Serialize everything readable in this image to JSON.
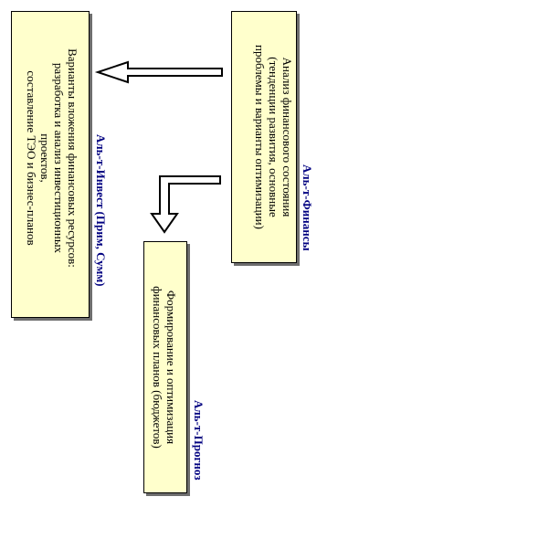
{
  "boxes": {
    "finance": {
      "title": "Аль-т-Финансы",
      "lines": [
        "Анализ финансового состояния",
        "(тенденции развития, основные",
        "проблемы и варианты оптимизации)"
      ]
    },
    "invest": {
      "title": "Аль-т-Инвест (Прим, Сумм)",
      "lines": [
        "Варианты вложения финансовых ресурсов:",
        "разработка и анализ инвестиционных",
        "проектов,",
        "составление ТЭО и бизнес-планов"
      ]
    },
    "prognoz": {
      "title": "Аль-т-Прогноз",
      "lines": [
        "Формирование и оптимизация",
        "финансовых планов (бюджетов)"
      ]
    }
  },
  "colors": {
    "box_fill": "#ffffcc",
    "box_shadow": "#6e6e6e",
    "title_color": "#000080"
  }
}
